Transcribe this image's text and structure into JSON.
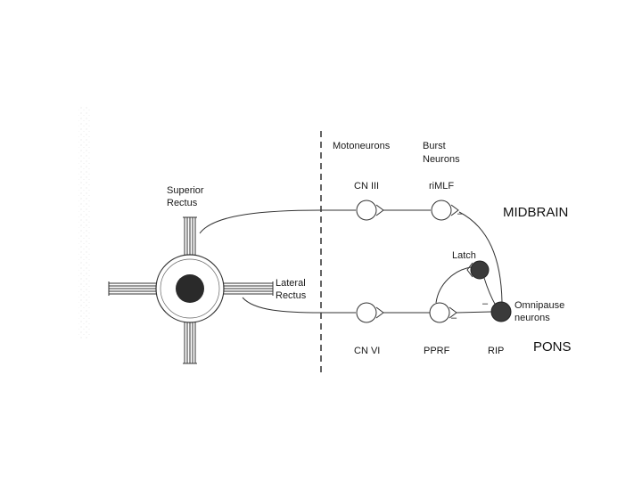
{
  "labels": {
    "superior_rectus_1": "Superior",
    "superior_rectus_2": "Rectus",
    "lateral_rectus_1": "Lateral",
    "lateral_rectus_2": "Rectus",
    "motoneurons": "Motoneurons",
    "burst_1": "Burst",
    "burst_2": "Neurons",
    "cn3": "CN III",
    "rimlf": "riMLF",
    "midbrain": "MIDBRAIN",
    "latch": "Latch",
    "omnipause_1": "Omnipause",
    "omnipause_2": "neurons",
    "cn6": "CN VI",
    "pprf": "PPRF",
    "rip": "RIP",
    "pons": "PONS",
    "minus": "–"
  },
  "colors": {
    "line": "#333333",
    "dark_cell": "#3a3a3a",
    "pupil": "#2a2a2a"
  }
}
